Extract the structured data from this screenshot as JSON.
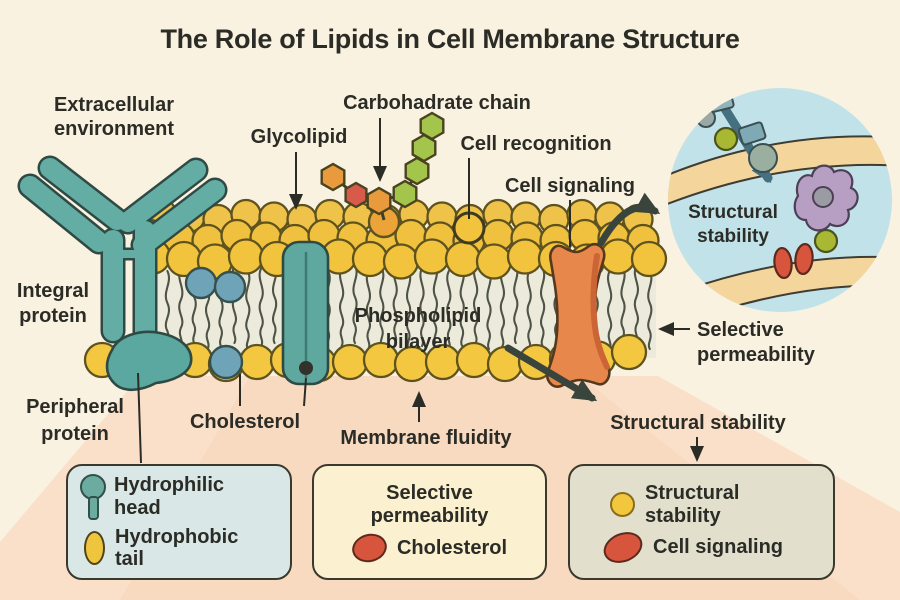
{
  "title": "The Role of Lipids in Cell Membrane Structure",
  "labels": {
    "extracellular": [
      "Extracellular",
      "environment"
    ],
    "carbohydrate_chain": "Carbohadrate chain",
    "glycolipid": "Glycolipid",
    "cell_recognition": "Cell recognition",
    "cell_signaling": "Cell signaling",
    "integral_protein": [
      "Integral",
      "protein"
    ],
    "peripheral_protein": [
      "Peripheral",
      "protein"
    ],
    "phospholipid_bilayer": [
      "Phospholipid",
      "bilayer"
    ],
    "cholesterol": "Cholesterol",
    "membrane_fluidity": "Membrane fluidity",
    "selective_permeability": [
      "Selective",
      "permeability"
    ],
    "structural_stability": "Structural stability",
    "inset_structural_stability": [
      "Structural",
      "stability"
    ]
  },
  "legend": {
    "box1": {
      "items": [
        {
          "icon": "hydrophilic-head-icon",
          "label": [
            "Hydrophilic",
            "head"
          ]
        },
        {
          "icon": "hydrophobic-tail-icon",
          "label": [
            "Hydrophobic",
            "tail"
          ]
        }
      ]
    },
    "box2": {
      "title": [
        "Selective",
        "permeability"
      ],
      "items": [
        {
          "icon": "cholesterol-icon",
          "label": "Cholesterol"
        }
      ]
    },
    "box3": {
      "items": [
        {
          "icon": "structural-stability-icon",
          "label": [
            "Structural",
            "stability"
          ]
        },
        {
          "icon": "cell-signaling-icon",
          "label": "Cell signaling"
        }
      ]
    }
  },
  "colors": {
    "background": "#faf2e1",
    "peach": "#fae0c8",
    "peach_deep": "#f6d2b5",
    "membrane_head": "#f2c33c",
    "head_outline": "#5e531f",
    "tail_line": "#4f5246",
    "tails_bg": "#ecebdb",
    "protein_teal": "#63ada4",
    "teal_outline": "#2f4a44",
    "cholesterol_blue": "#6fa3b8",
    "signaling_orange": "#e8874b",
    "inset_bg": "#c2e2ea",
    "band_tan": "#f4d59c",
    "green": "#a8b832",
    "purple": "#b79fc4",
    "red": "#d8553d",
    "hex_orange": "#e89a3c",
    "hex_red": "#d85a4a",
    "hex_green": "#a3c54c",
    "box1_bg": "#d9e8e7",
    "box2_bg": "#fbf1d0",
    "box3_bg": "#e2dfcc",
    "arrow_dark": "#39443c",
    "text": "#2c2c27"
  }
}
